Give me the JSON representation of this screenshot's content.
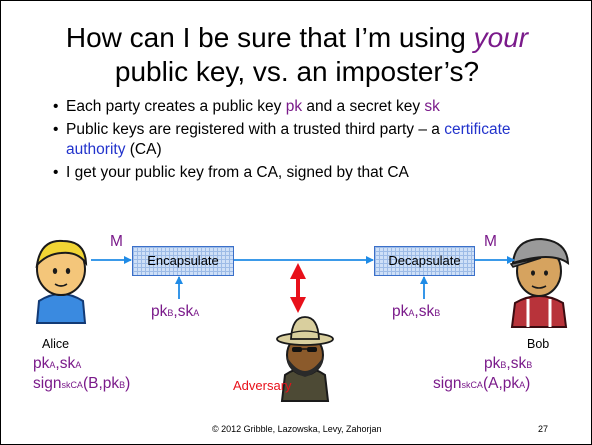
{
  "title": {
    "line1_prefix": "How can I be sure that I’m using ",
    "line1_emph": "your",
    "line2": "public key, vs. an imposter’s?"
  },
  "bullets": {
    "b1_a": "Each party creates a public key ",
    "b1_pk": "pk",
    "b1_b": " and a secret key ",
    "b1_sk": "sk",
    "b2_a": "Public keys are registered with a trusted third party – a ",
    "b2_ca": "certificate authority",
    "b2_b": " (CA)",
    "b3": "I get your public key from a CA, signed by that CA"
  },
  "diagram": {
    "encapsulate": "Encapsulate",
    "decapsulate": "Decapsulate",
    "m_left": "M",
    "m_right": "M",
    "enc_keys": {
      "pk": "pk",
      "sub1": "B",
      "sep": ",sk",
      "sub2": "A"
    },
    "dec_keys": {
      "pk": "pk",
      "sub1": "A",
      "sep": ",sk",
      "sub2": "B"
    },
    "alice": {
      "name": "Alice",
      "keys": {
        "pk": "pk",
        "sub1": "A",
        "sep": ",sk",
        "sub2": "A"
      },
      "sign": {
        "pre": "sign",
        "sub": "skCA",
        "arg": "(B,pk",
        "argsub": "B",
        "close": ")"
      }
    },
    "bob": {
      "name": "Bob",
      "keys": {
        "pk": "pk",
        "sub1": "B",
        "sep": ",sk",
        "sub2": "B"
      },
      "sign": {
        "pre": "sign",
        "sub": "skCA",
        "arg": "(A,pk",
        "argsub": "A",
        "close": ")"
      }
    },
    "adversary": "Adversary"
  },
  "footer": {
    "credit": "© 2012 Gribble, Lazowska, Levy, Zahorjan",
    "page": "27"
  },
  "colors": {
    "purple": "#7a1a8a",
    "blue": "#2233cc",
    "arrow_blue": "#1f8be6",
    "arrow_red": "#e8101a"
  },
  "icons": {
    "alice": "person-avatar-icon",
    "bob": "person-cap-avatar-icon",
    "adversary": "spy-hat-avatar-icon"
  }
}
